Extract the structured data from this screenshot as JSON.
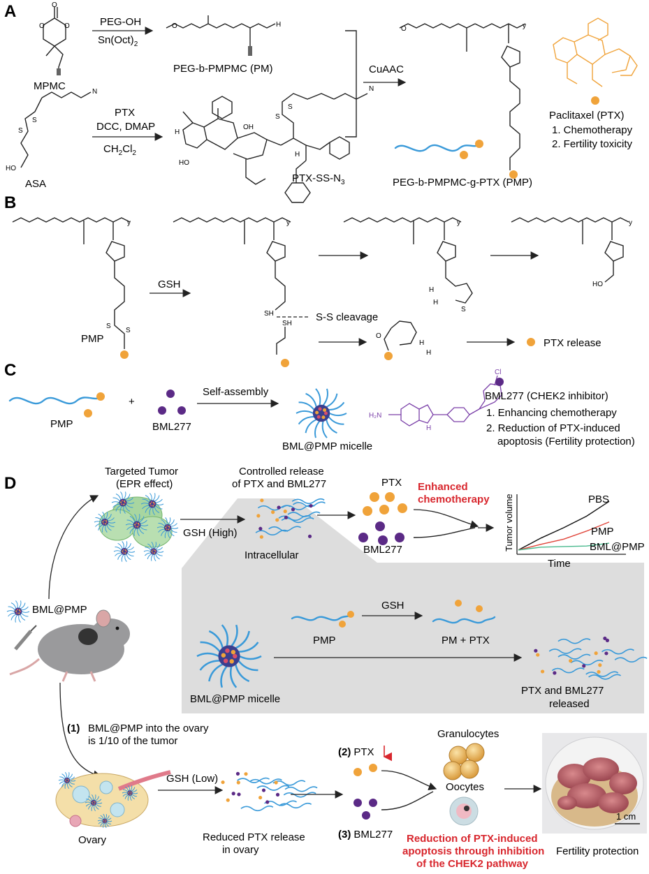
{
  "panels": {
    "a": "A",
    "b": "B",
    "c": "C",
    "d": "D"
  },
  "panel_a": {
    "mpmc": "MPMC",
    "peg_oh": "PEG-OH",
    "sn_oct": "Sn(Oct)",
    "sn_oct_sub": "2",
    "pm": "PEG-b-PMPMC (PM)",
    "asa": "ASA",
    "ptx": "PTX",
    "dcc": "DCC, DMAP",
    "ch2cl2_a": "CH",
    "ch2cl2_sub1": "2",
    "ch2cl2_b": "Cl",
    "ch2cl2_sub2": "2",
    "ptx_ss_n3": "PTX-SS-N",
    "ptx_ss_n3_sub": "3",
    "cuaac": "CuAAC",
    "pmp": "PEG-b-PMPMC-g-PTX (PMP)",
    "paclitaxel": "Paclitaxel (PTX)",
    "chemo": "1. Chemotherapy",
    "fertility_tox": "2. Fertility toxicity",
    "n3": "N",
    "n3_sub": "3",
    "oh": "OH",
    "ho": "HO",
    "h": "H",
    "nh": "H",
    "n_atom": "N"
  },
  "panel_b": {
    "gsh": "GSH",
    "pmp": "PMP",
    "ss_cleavage": "S-S cleavage",
    "sh": "SH",
    "ptx_release": "PTX release",
    "ho": "HO"
  },
  "panel_c": {
    "pmp": "PMP",
    "plus": "+",
    "bml277": "BML277",
    "self_assembly": "Self-assembly",
    "micelle": "BML@PMP micelle",
    "inhibitor": "BML277 (CHEK2 inhibitor)",
    "enh": "1. Enhancing chemotherapy",
    "red1": "2. Reduction of PTX-induced",
    "red2": "apoptosis  (Fertility protection)",
    "cl": "Cl",
    "h2n": "H₂N",
    "nh": "H",
    "n": "N"
  },
  "panel_d": {
    "targeted1": "Targeted Tumor",
    "targeted2": "(EPR effect)",
    "controlled1": "Controlled release",
    "controlled2": "of PTX and BML277",
    "gsh_high": "GSH (High)",
    "ptx": "PTX",
    "bml277": "BML277",
    "enhanced1": "Enhanced",
    "enhanced2": "chemotherapy",
    "intracellular": "Intracellular",
    "bml_pmp": "BML@PMP",
    "inset_micelle": "BML@PMP micelle",
    "inset_pmp": "PMP",
    "inset_gsh": "GSH",
    "inset_pm_ptx": "PM + PTX",
    "inset_released1": "PTX and BML277",
    "inset_released2": "released",
    "ovary_num": "(1)",
    "ovary1": "BML@PMP into the ovary",
    "ovary2": "is 1/10 of the tumor",
    "ovary": "Ovary",
    "gsh_low": "GSH (Low)",
    "reduced1": "Reduced PTX release",
    "reduced2": "in ovary",
    "ptx_num": "(2)",
    "ptx_down": "PTX",
    "bml_num": "(3)",
    "bml_low": "BML277",
    "granulocytes": "Granulocytes",
    "oocytes": "Oocytes",
    "reduction1": "Reduction of PTX-induced",
    "reduction2": "apoptosis through inhibition",
    "reduction3": "of the CHEK2 pathway",
    "fertility": "Fertility protection",
    "scale": "1 cm"
  },
  "tumor_chart": {
    "type": "line",
    "xlabel": "Time",
    "ylabel": "Tumor volume",
    "series": [
      {
        "name": "PBS",
        "color": "#111111",
        "values": [
          0.05,
          0.26,
          0.44,
          0.64,
          0.9
        ]
      },
      {
        "name": "PMP",
        "color": "#e0453a",
        "values": [
          0.05,
          0.15,
          0.24,
          0.38,
          0.54
        ]
      },
      {
        "name": "BML@PMP",
        "color": "#49b98d",
        "values": [
          0.05,
          0.1,
          0.11,
          0.12,
          0.17
        ]
      }
    ]
  },
  "colors": {
    "ptx_orange": "#f0a33a",
    "bml_purple": "#5b2a86",
    "polymer_blue": "#3a9ad9",
    "highlight_red": "#d8262d"
  }
}
